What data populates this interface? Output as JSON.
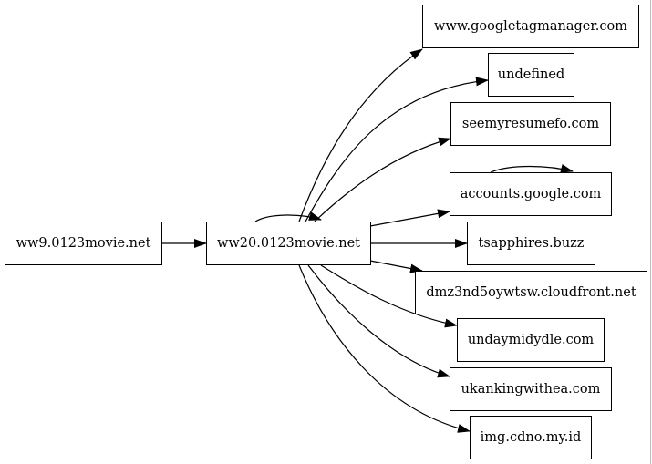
{
  "graph": {
    "nodes": {
      "src": "ww9.0123movie.net",
      "hub": "ww20.0123movie.net",
      "gtm": "www.googletagmanager.com",
      "undef": "undefined",
      "seemy": "seemyresumefo.com",
      "acct": "accounts.google.com",
      "tsap": "tsapphires.buzz",
      "dmz": "dmz3nd5oywtsw.cloudfront.net",
      "unday": "undaymidydle.com",
      "ukan": "ukankingwithea.com",
      "img": "img.cdno.my.id"
    },
    "edges": [
      [
        "src",
        "hub"
      ],
      [
        "hub",
        "hub"
      ],
      [
        "hub",
        "gtm"
      ],
      [
        "hub",
        "undef"
      ],
      [
        "hub",
        "seemy"
      ],
      [
        "hub",
        "acct"
      ],
      [
        "acct",
        "acct"
      ],
      [
        "hub",
        "tsap"
      ],
      [
        "hub",
        "dmz"
      ],
      [
        "hub",
        "unday"
      ],
      [
        "hub",
        "ukan"
      ],
      [
        "hub",
        "img"
      ]
    ],
    "colors": {
      "stroke": "#000000",
      "fill": "#ffffff"
    }
  }
}
